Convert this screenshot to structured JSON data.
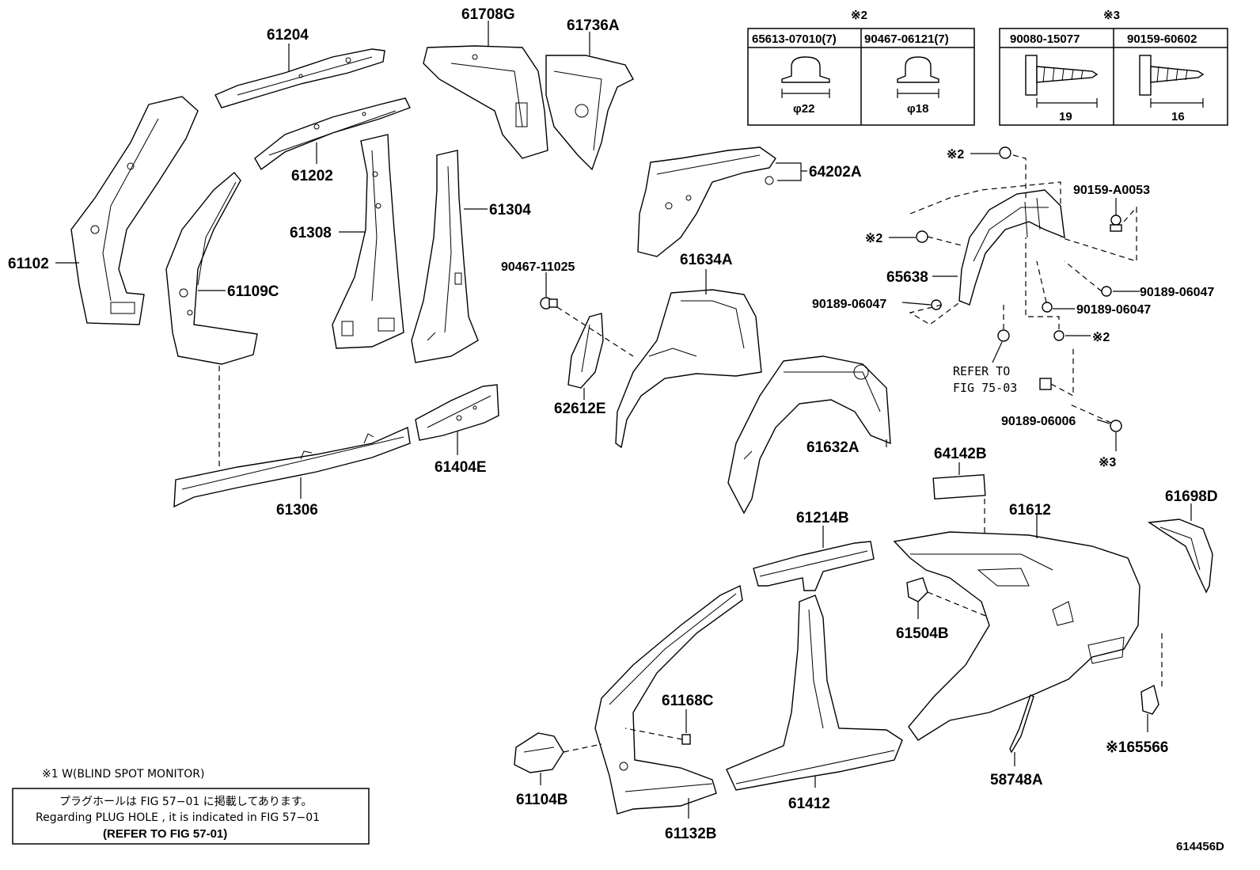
{
  "labels": {
    "p61204": "61204",
    "p61708G": "61708G",
    "p61736A": "61736A",
    "p61202": "61202",
    "p61102": "61102",
    "p61308": "61308",
    "p61304": "61304",
    "p61109C": "61109C",
    "p64202A": "64202A",
    "p61634A": "61634A",
    "p90467_11025": "90467-11025",
    "p62612E": "62612E",
    "p61632A": "61632A",
    "p61404E": "61404E",
    "p61306": "61306",
    "p65638": "65638",
    "p90159_A0053": "90159-A0053",
    "p90189_06047_a": "90189-06047",
    "p90189_06047_b": "90189-06047",
    "p90189_06047_c": "90189-06047",
    "p90189_06006": "90189-06006",
    "refer_to": "REFER TO",
    "refer_fig": "FIG 75-03",
    "p64142B": "64142B",
    "p61612": "61612",
    "p61698D": "61698D",
    "p61214B": "61214B",
    "p61504B": "61504B",
    "p61168C": "61168C",
    "p65566": "※165566",
    "p58748A": "58748A",
    "p61104B": "61104B",
    "p61412": "61412",
    "p61132B": "61132B",
    "mark2_a": "※2",
    "mark2_b": "※2",
    "mark2_c": "※2",
    "mark3": "※3"
  },
  "clip_table_2": {
    "mark": "※2",
    "col1_part": "65613-07010(7)",
    "col1_dim": "φ22",
    "col2_part": "90467-06121(7)",
    "col2_dim": "φ18"
  },
  "screw_table_3": {
    "mark": "※3",
    "col1_part": "90080-15077",
    "col1_dim": "19",
    "col2_part": "90159-60602",
    "col2_dim": "16"
  },
  "notes": {
    "note1": "※1 W(BLIND SPOT MONITOR)",
    "plug_jp": "プラグホールは FIG 57−01 に掲載してあります。",
    "plug_en": "Regarding PLUG HOLE , it is indicated in FIG 57−01",
    "plug_ref": "(REFER TO FIG 57-01)"
  },
  "figure_id": "614456D"
}
